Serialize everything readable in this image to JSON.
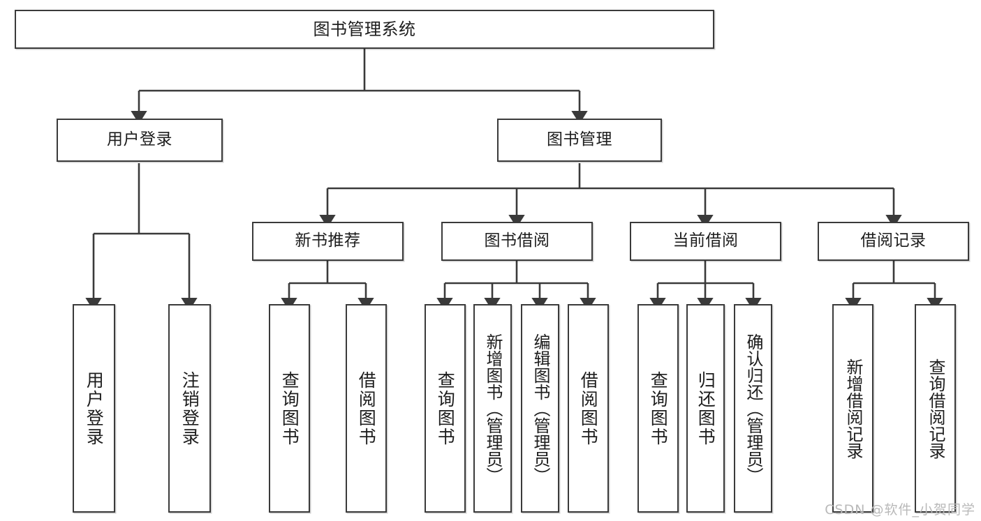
{
  "diagram": {
    "type": "tree-hierarchy",
    "title": "图书管理系统",
    "watermark": "CSDN @软件_小贺同学",
    "colors": {
      "stroke": "#3a3a3a",
      "fill": "#ffffff",
      "text": "#1d1d1d",
      "watermark": "#b9b9b9"
    },
    "nodes": {
      "root": {
        "label": "图书管理系统"
      },
      "level2": [
        {
          "id": "user-login",
          "label": "用户登录"
        },
        {
          "id": "book-manage",
          "label": "图书管理"
        }
      ],
      "level3": [
        {
          "id": "new-book-rec",
          "label": "新书推荐"
        },
        {
          "id": "book-borrow",
          "label": "图书借阅"
        },
        {
          "id": "current-borrow",
          "label": "当前借阅"
        },
        {
          "id": "borrow-record",
          "label": "借阅记录"
        }
      ],
      "leaves": {
        "user-login": [
          {
            "id": "leaf-user-login",
            "label": "用户登录"
          },
          {
            "id": "leaf-logout",
            "label": "注销登录"
          }
        ],
        "new-book-rec": [
          {
            "id": "leaf-query-book-1",
            "label": "查询图书"
          },
          {
            "id": "leaf-borrow-book-1",
            "label": "借阅图书"
          }
        ],
        "book-borrow": [
          {
            "id": "leaf-query-book-2",
            "label": "查询图书"
          },
          {
            "id": "leaf-add-book",
            "label": "新增图书（管理员）"
          },
          {
            "id": "leaf-edit-book",
            "label": "编辑图书（管理员）"
          },
          {
            "id": "leaf-borrow-book-2",
            "label": "借阅图书"
          }
        ],
        "current-borrow": [
          {
            "id": "leaf-query-book-3",
            "label": "查询图书"
          },
          {
            "id": "leaf-return-book",
            "label": "归还图书"
          },
          {
            "id": "leaf-confirm-return",
            "label": "确认归还（管理员）"
          }
        ],
        "borrow-record": [
          {
            "id": "leaf-add-record",
            "label": "新增借阅记录"
          },
          {
            "id": "leaf-query-record",
            "label": "查询借阅记录"
          }
        ]
      }
    }
  }
}
